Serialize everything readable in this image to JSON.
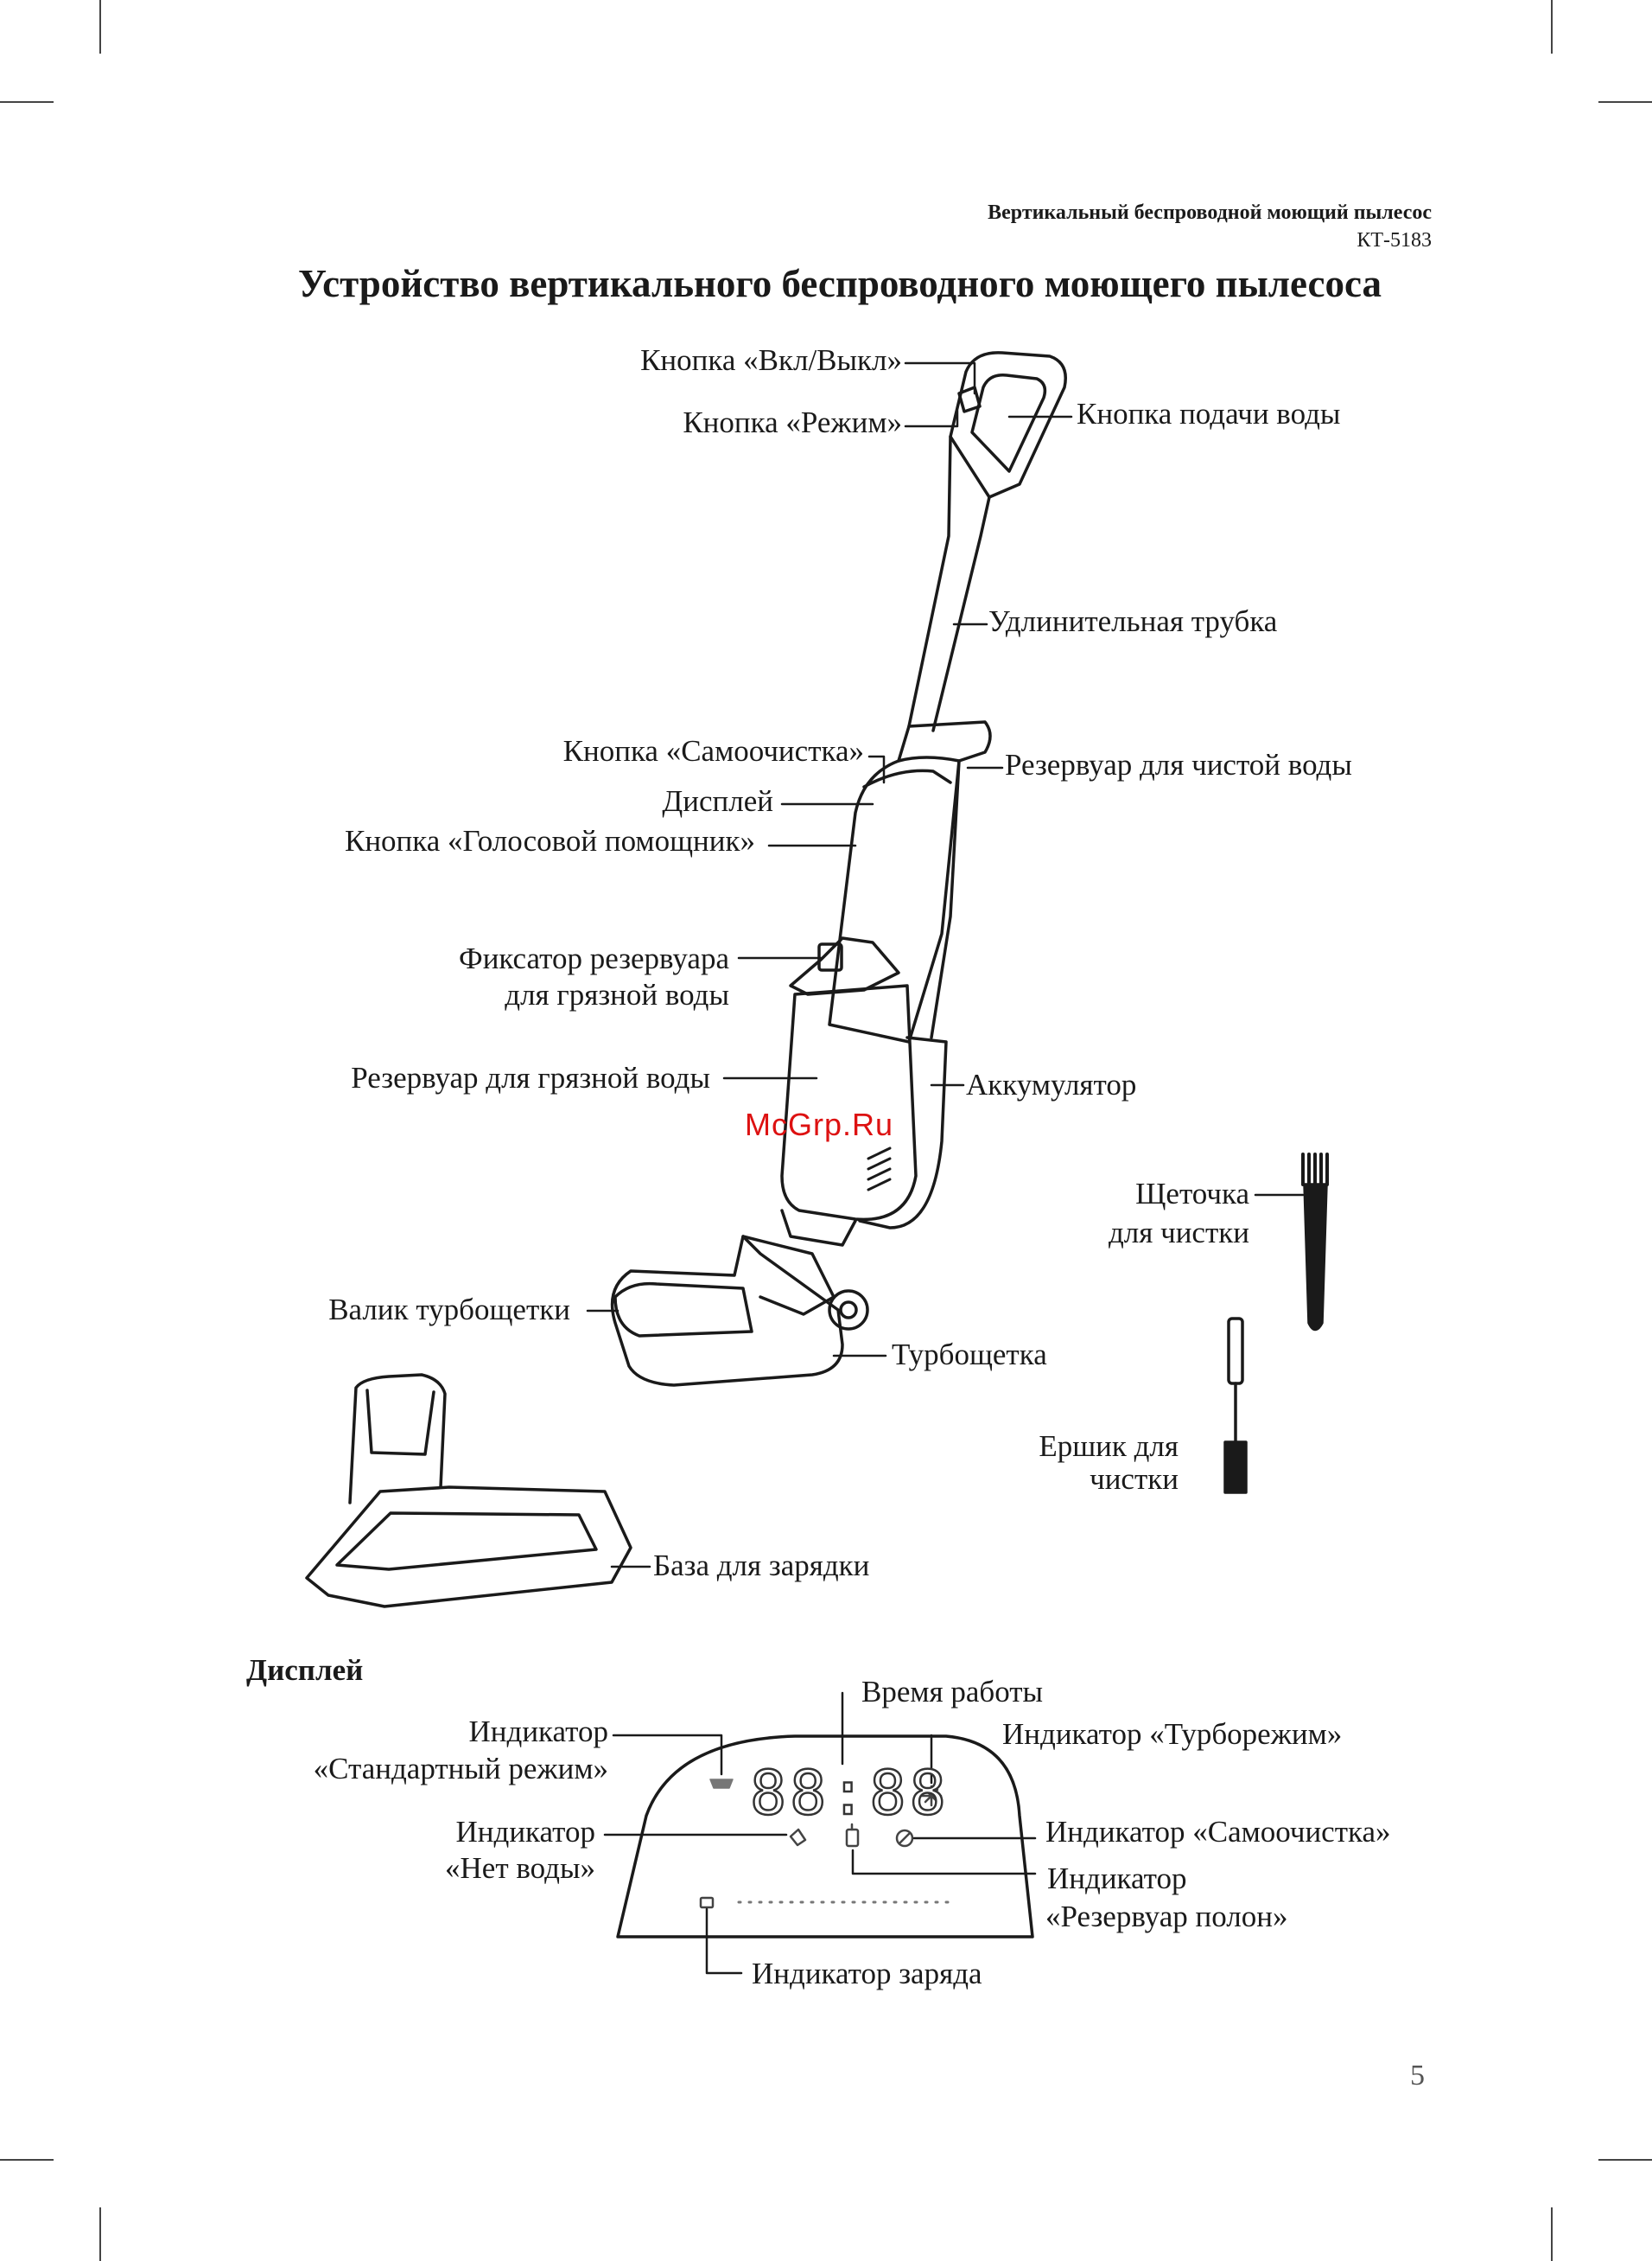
{
  "header": {
    "product": "Вертикальный беспроводной моющий пылесос",
    "model": "КТ-5183"
  },
  "title": "Устройство вертикального беспроводного моющего пылесоса",
  "labels": {
    "power": "Кнопка «Вкл/Выкл»",
    "mode": "Кнопка «Режим»",
    "water_button": "Кнопка подачи воды",
    "tube": "Удлинительная трубка",
    "selfclean_button": "Кнопка «Самоочистка»",
    "display": "Дисплей",
    "voice": "Кнопка «Голосовой помощник»",
    "clean_tank": "Резервуар для чистой воды",
    "latch_l1": "Фиксатор резервуара",
    "latch_l2": "для грязной воды",
    "dirty_tank": "Резервуар для грязной воды",
    "battery": "Аккумулятор",
    "brush_l1": "Щеточка",
    "brush_l2": "для чистки",
    "roller": "Валик турбощетки",
    "turbo": "Турбощетка",
    "ruff_l1": "Ершик для",
    "ruff_l2": "чистки",
    "base": "База для зарядки"
  },
  "display_section": {
    "title": "Дисплей",
    "digits": "88:88",
    "labels": {
      "runtime": "Время работы",
      "standard_l1": "Индикатор",
      "standard_l2": "«Стандартный режим»",
      "turbo": "Индикатор «Турборежим»",
      "nowater_l1": "Индикатор",
      "nowater_l2": "«Нет воды»",
      "selfclean": "Индикатор «Самоочистка»",
      "full_l1": "Индикатор",
      "full_l2": "«Резервуар полон»",
      "charge": "Индикатор заряда"
    }
  },
  "watermark": "McGrp.Ru",
  "page_number": "5"
}
